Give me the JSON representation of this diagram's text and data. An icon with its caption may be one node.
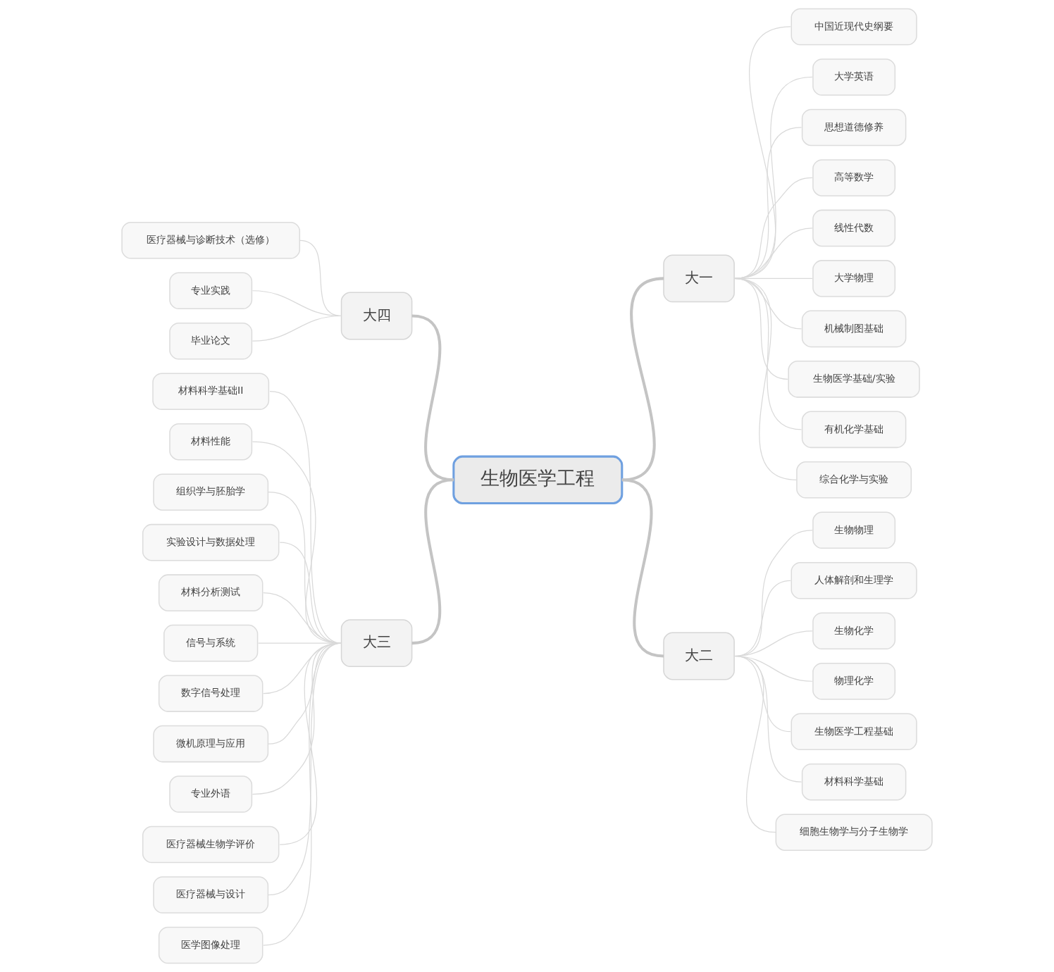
{
  "diagram": {
    "nodes": [
      {
        "text": [
          "生物医学工程"
        ]
      },
      {
        "text": [
          "大一"
        ]
      },
      {
        "text": [
          "中国近现代史纲要"
        ]
      },
      {
        "text": [
          "大学英语"
        ]
      },
      {
        "text": [
          "思想道德修养"
        ]
      },
      {
        "text": [
          "高等数学"
        ]
      },
      {
        "text": [
          "线性代数"
        ]
      },
      {
        "text": [
          "大学物理"
        ]
      },
      {
        "text": [
          "机械制图基础"
        ]
      },
      {
        "text": [
          "生物医学基础/实验"
        ]
      },
      {
        "text": [
          "有机化学基础"
        ]
      },
      {
        "text": [
          "综合化学与实验"
        ]
      },
      {
        "text": [
          "大二"
        ]
      },
      {
        "text": [
          "生物物理"
        ]
      },
      {
        "text": [
          "人体解剖和生理学"
        ]
      },
      {
        "text": [
          "生物化学"
        ]
      },
      {
        "text": [
          "物理化学"
        ]
      },
      {
        "text": [
          "生物医学工程基础"
        ]
      },
      {
        "text": [
          "材料科学基础"
        ]
      },
      {
        "text": [
          "细胞生物学与分子生物学"
        ]
      },
      {
        "text": [
          "大四"
        ]
      },
      {
        "text": [
          "医疗器械与诊断技术（选修）"
        ]
      },
      {
        "text": [
          "专业实践"
        ]
      },
      {
        "text": [
          "毕业论文"
        ]
      },
      {
        "text": [
          "大三"
        ]
      },
      {
        "text": [
          "材料科学基础II"
        ]
      },
      {
        "text": [
          "材料性能"
        ]
      },
      {
        "text": [
          "组织学与胚胎学"
        ]
      },
      {
        "text": [
          "实验设计与数据处理"
        ]
      },
      {
        "text": [
          "材料分析测试"
        ]
      },
      {
        "text": [
          "信号与系统"
        ]
      },
      {
        "text": [
          "数字信号处理"
        ]
      },
      {
        "text": [
          "微机原理与应用"
        ]
      },
      {
        "text": [
          "专业外语"
        ]
      },
      {
        "text": [
          "医疗器械生物学评价"
        ]
      },
      {
        "text": [
          "医疗器械与设计"
        ]
      },
      {
        "text": [
          "医学图像处理"
        ]
      }
    ],
    "edges": [
      {
        "from": 0,
        "to": 1,
        "arrow": "none",
        "style": "thick",
        "color": "#c4c4c4"
      },
      {
        "from": 0,
        "to": 12,
        "arrow": "none",
        "style": "thick",
        "color": "#c4c4c4"
      },
      {
        "from": 0,
        "to": 20,
        "arrow": "none",
        "style": "thick",
        "color": "#c4c4c4"
      },
      {
        "from": 0,
        "to": 24,
        "arrow": "none",
        "style": "thick",
        "color": "#c4c4c4"
      },
      {
        "from": 1,
        "to": 2,
        "arrow": "none"
      },
      {
        "from": 1,
        "to": 3,
        "arrow": "none"
      },
      {
        "from": 1,
        "to": 4,
        "arrow": "none"
      },
      {
        "from": 1,
        "to": 5,
        "arrow": "none"
      },
      {
        "from": 1,
        "to": 6,
        "arrow": "none"
      },
      {
        "from": 1,
        "to": 7,
        "arrow": "none"
      },
      {
        "from": 1,
        "to": 8,
        "arrow": "none"
      },
      {
        "from": 1,
        "to": 9,
        "arrow": "none"
      },
      {
        "from": 1,
        "to": 10,
        "arrow": "none"
      },
      {
        "from": 1,
        "to": 11,
        "arrow": "none"
      },
      {
        "from": 12,
        "to": 13,
        "arrow": "none"
      },
      {
        "from": 12,
        "to": 14,
        "arrow": "none"
      },
      {
        "from": 12,
        "to": 15,
        "arrow": "none"
      },
      {
        "from": 12,
        "to": 16,
        "arrow": "none"
      },
      {
        "from": 12,
        "to": 17,
        "arrow": "none"
      },
      {
        "from": 12,
        "to": 18,
        "arrow": "none"
      },
      {
        "from": 12,
        "to": 19,
        "arrow": "none"
      },
      {
        "from": 20,
        "to": 21,
        "arrow": "none"
      },
      {
        "from": 20,
        "to": 22,
        "arrow": "none"
      },
      {
        "from": 20,
        "to": 23,
        "arrow": "none"
      },
      {
        "from": 24,
        "to": 25,
        "arrow": "none"
      },
      {
        "from": 24,
        "to": 26,
        "arrow": "none"
      },
      {
        "from": 24,
        "to": 27,
        "arrow": "none"
      },
      {
        "from": 24,
        "to": 28,
        "arrow": "none"
      },
      {
        "from": 24,
        "to": 29,
        "arrow": "none"
      },
      {
        "from": 24,
        "to": 30,
        "arrow": "none"
      },
      {
        "from": 24,
        "to": 31,
        "arrow": "none"
      },
      {
        "from": 24,
        "to": 32,
        "arrow": "none"
      },
      {
        "from": 24,
        "to": 33,
        "arrow": "none"
      },
      {
        "from": 24,
        "to": 34,
        "arrow": "none"
      },
      {
        "from": 24,
        "to": 35,
        "arrow": "none"
      },
      {
        "from": 24,
        "to": 36,
        "arrow": "none"
      }
    ]
  }
}
